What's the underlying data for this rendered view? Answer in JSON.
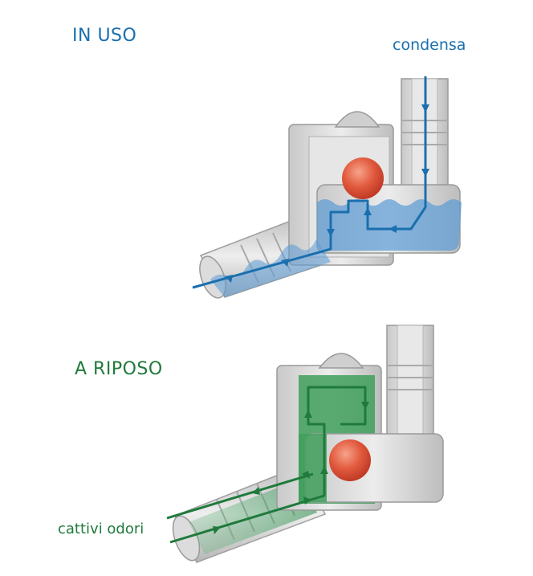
{
  "panels": {
    "top": {
      "title": "IN USO",
      "flow_label": "condensa"
    },
    "bottom": {
      "title": "A RIPOSO",
      "flow_label": "cattivi odori"
    }
  },
  "colors": {
    "in_use": "#1a6fae",
    "at_rest": "#1f7a3c",
    "water": "#5b9bd5",
    "odour_fill": "#3f9f5c",
    "ball": "#e2553c",
    "pipe_body": "#d6d6d6",
    "pipe_edge": "#9e9e9e"
  }
}
